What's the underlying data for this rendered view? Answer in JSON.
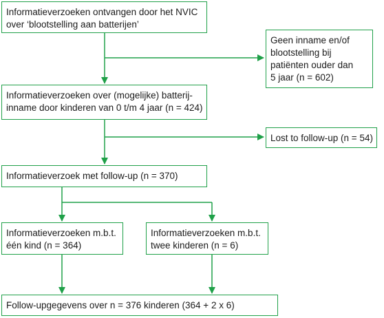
{
  "accent_color": "#1fa048",
  "boxes": {
    "ontvangen": {
      "lines": [
        "Informatieverzoeken ontvangen door het NVIC",
        "over ‘blootstelling aan batterijen’"
      ]
    },
    "excluded": {
      "lines": [
        "Geen inname en/of",
        "blootstelling bij",
        "patiënten ouder dan",
        "5 jaar (n = 602)"
      ]
    },
    "kinderen": {
      "lines": [
        "Informatieverzoeken over (mogelijke) batterij-",
        "inname door kinderen van 0 t/m 4 jaar (n = 424)"
      ]
    },
    "lost": {
      "lines": [
        "Lost to follow-up (n = 54)"
      ]
    },
    "followup": {
      "lines": [
        "Informatieverzoek met follow-up (n = 370)"
      ]
    },
    "een_kind": {
      "lines": [
        "Informatieverzoeken m.b.t.",
        "één kind (n = 364)"
      ]
    },
    "twee_kinderen": {
      "lines": [
        "Informatieverzoeken m.b.t.",
        "twee kinderen (n = 6)"
      ]
    },
    "totaal": {
      "lines": [
        "Follow-upgegevens over n = 376 kinderen (364 + 2 x 6)"
      ]
    }
  }
}
